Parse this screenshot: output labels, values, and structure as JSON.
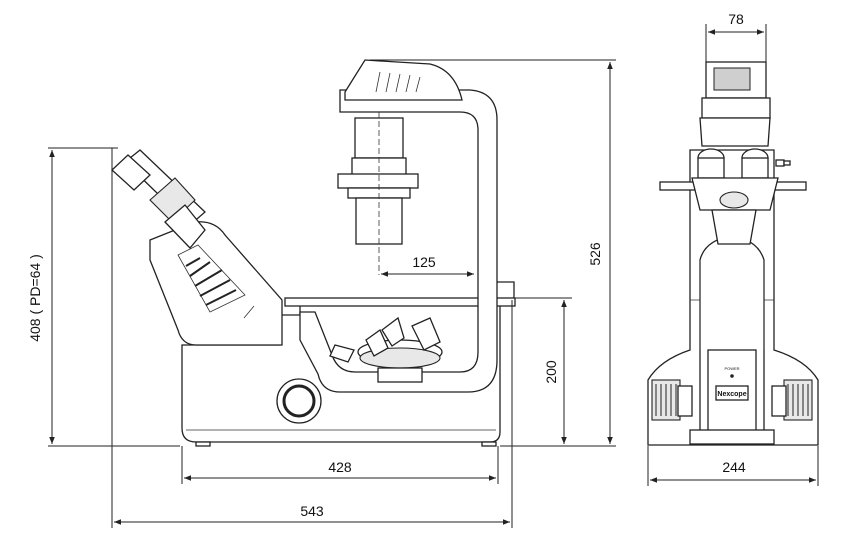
{
  "dimensions": {
    "height_side": "408 ( PD=64 )",
    "width_overall": "543",
    "width_base": "428",
    "stage_height": "200",
    "total_height": "526",
    "arm_offset": "125",
    "front_top_width": "78",
    "front_base_width": "244"
  },
  "brand_label": "Nexcope",
  "power_label": "POWER"
}
